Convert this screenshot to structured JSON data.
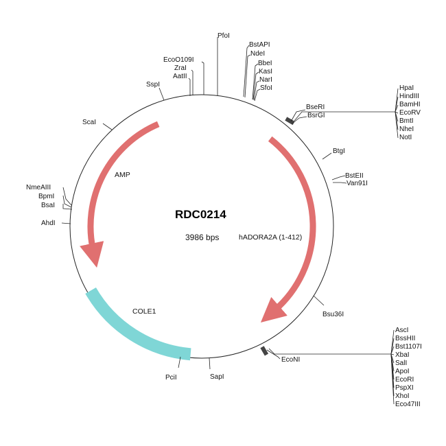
{
  "plasmid": {
    "name": "RDC0214",
    "size_label": "3986 bps"
  },
  "features": {
    "amp": {
      "label": "AMP",
      "color": "#e07070"
    },
    "insert": {
      "label": "hADORA2A (1-412)",
      "color": "#e07070"
    },
    "ori": {
      "label": "COLE1",
      "color": "#7fd6d6"
    }
  },
  "sites": {
    "pfoi": "PfoI",
    "bstapi": "BstAPI",
    "ndei": "NdeI",
    "bbei": "BbeI",
    "kasi": "KasI",
    "nari": "NarI",
    "sfoi": "SfoI",
    "ecoo109i": "EcoO109I",
    "zrai": "ZraI",
    "aatii": "AatII",
    "sspi": "SspI",
    "scai": "ScaI",
    "bseri": "BseRI",
    "bsrgi": "BsrGI",
    "btgi": "BtgI",
    "bsteii": "BstEII",
    "van91i": "Van91I",
    "nmeaiii": "NmeAIII",
    "bpmi": "BpmI",
    "bsai": "BsaI",
    "ahdi": "AhdI",
    "bsu36i": "Bsu36I",
    "econi": "EcoNI",
    "sapi": "SapI",
    "pcii": "PciI"
  },
  "mcs_top": [
    "HpaI",
    "HindIII",
    "BamHI",
    "EcoRV",
    "BmtI",
    "NheI",
    "NotI"
  ],
  "mcs_bottom": [
    "AscI",
    "BssHII",
    "Bst1107I",
    "XbaI",
    "SalI",
    "ApoI",
    "EcoRI",
    "PspXI",
    "XhoI",
    "Eco47III"
  ]
}
